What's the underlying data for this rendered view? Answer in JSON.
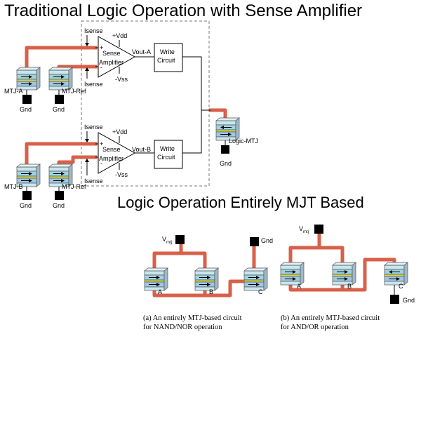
{
  "titles": {
    "traditional": "Traditional Logic Operation with Sense Amplifier",
    "mtj_based": "Logic Operation Entirely MJT Based"
  },
  "sense_circuit": {
    "isense": "Isense",
    "vdd": "+Vdd",
    "vss": "-Vss",
    "amp_line1": "Sense",
    "amp_line2": "Amplifier",
    "plus": "+",
    "minus": "-",
    "vout_a": "Vout-A",
    "vout_b": "Vout-B",
    "write_line1": "Write",
    "write_line2": "Circuit",
    "mtj_a": "MTJ-A",
    "mtj_b": "MTJ-B",
    "mtj_ref": "MTJ-Ref",
    "logic_mtj": "Logic-MTJ",
    "gnd": "Gnd"
  },
  "mtj_circuits": {
    "vmtj": "V",
    "vmtj_sub": "mtj",
    "gnd": "Gnd",
    "a": "A",
    "b": "B",
    "c": "C",
    "caption_a_line1": "(a)  An  entirely  MTJ-based  circuit",
    "caption_a_line2": "for NAND/NOR operation",
    "caption_b_line1": "(b)  An  entirely  MTJ-based  circuit",
    "caption_b_line2": "for AND/OR operation"
  },
  "colors": {
    "wire": "#d8604a",
    "mtj_top": "#c9e6ee",
    "mtj_free": "#9fd3e0",
    "mtj_barrier": "#d6d64a",
    "mtj_fixed": "#9fc7e6",
    "gnd_block": "#000000"
  },
  "icons": [
    "mtj-icon",
    "arrow-right-icon",
    "arrow-left-icon",
    "ground-icon",
    "amplifier-icon"
  ]
}
